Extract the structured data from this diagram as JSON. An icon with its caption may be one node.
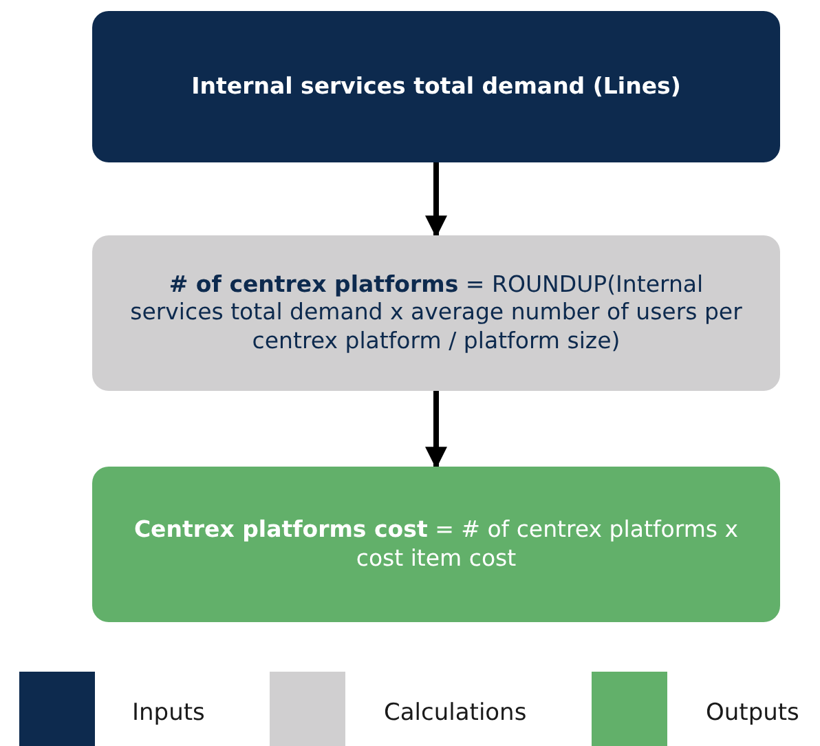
{
  "diagram": {
    "nodes": [
      {
        "text": [
          "Internal services total demand (Lines)"
        ]
      },
      {
        "text": [
          "**# of centrex platforms** = ROUNDUP(Internal services total demand x average number of users per centrex platform / platform size)"
        ]
      },
      {
        "text": [
          "**Centrex platforms cost** = # of centrex platforms x cost item cost"
        ]
      }
    ],
    "edges": [
      {
        "from": 0,
        "to": 1,
        "arrow": "to"
      },
      {
        "from": 1,
        "to": 2,
        "arrow": "to"
      }
    ],
    "legend": [
      {
        "text": "Inputs",
        "color": "#0d2a4e"
      },
      {
        "text": "Calculations",
        "color": "#d0cfd0"
      },
      {
        "text": "Outputs",
        "color": "#62b06a"
      }
    ]
  }
}
